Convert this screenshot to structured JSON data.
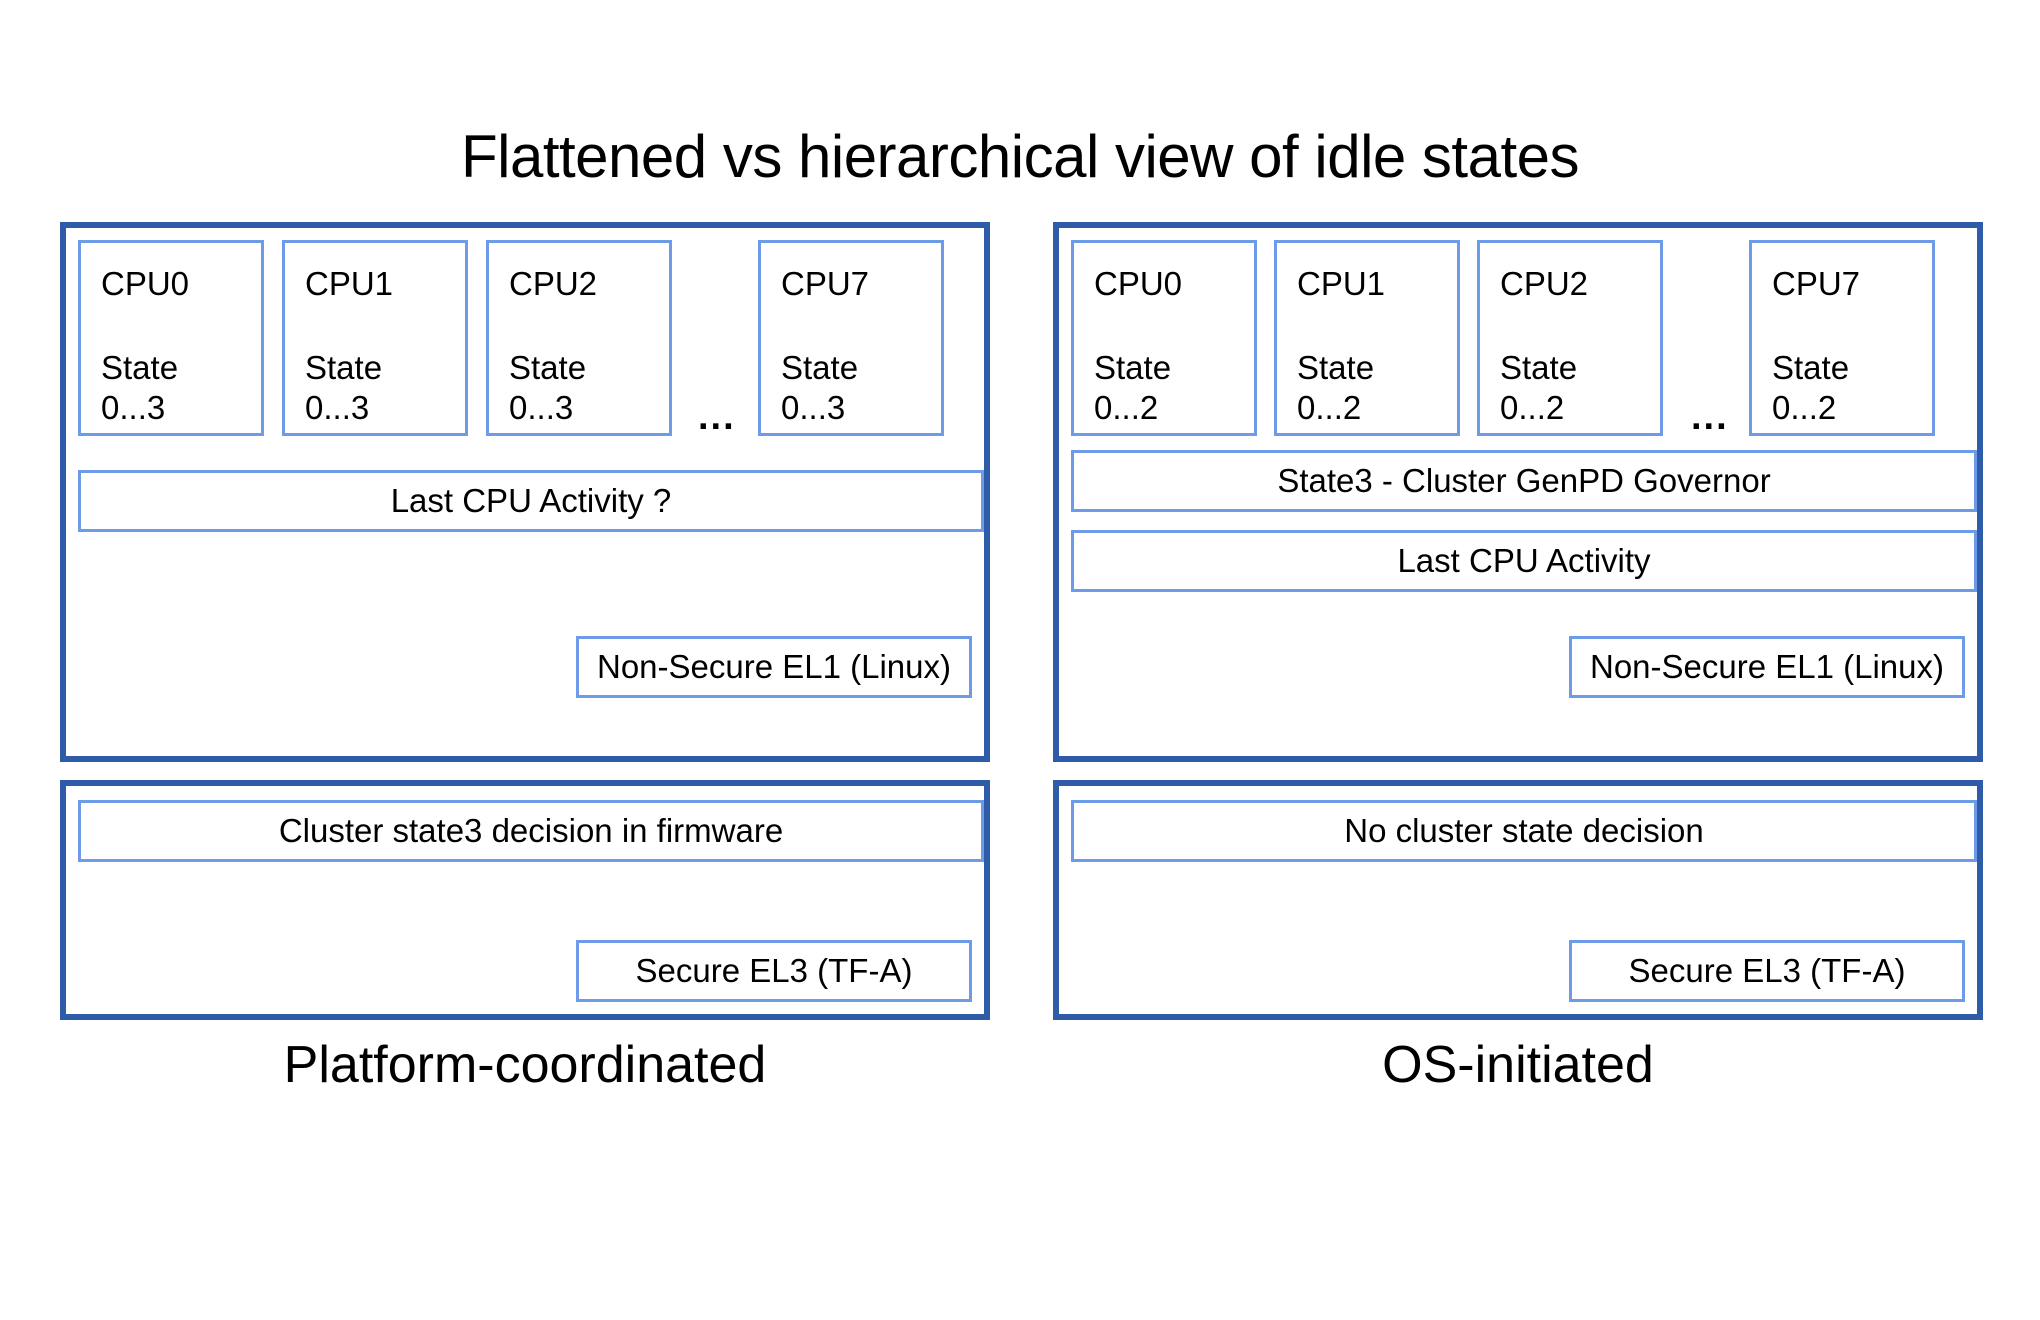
{
  "title": "Flattened vs hierarchical view of idle states",
  "panels": {
    "left": {
      "caption": "Platform-coordinated",
      "os": {
        "cpus": [
          {
            "name": "CPU0",
            "state_label": "State",
            "state_range": "0...3"
          },
          {
            "name": "CPU1",
            "state_label": "State",
            "state_range": "0...3"
          },
          {
            "name": "CPU2",
            "state_label": "State",
            "state_range": "0...3"
          },
          {
            "name": "CPU7",
            "state_label": "State",
            "state_range": "0...3"
          }
        ],
        "ellipsis": "...",
        "last_cpu_activity": "Last CPU Activity ?",
        "exception_level": "Non-Secure EL1 (Linux)"
      },
      "firmware": {
        "decision": "Cluster state3 decision in firmware",
        "exception_level": "Secure EL3 (TF-A)"
      }
    },
    "right": {
      "caption": "OS-initiated",
      "os": {
        "cpus": [
          {
            "name": "CPU0",
            "state_label": "State",
            "state_range": "0...2"
          },
          {
            "name": "CPU1",
            "state_label": "State",
            "state_range": "0...2"
          },
          {
            "name": "CPU2",
            "state_label": "State",
            "state_range": "0...2"
          },
          {
            "name": "CPU7",
            "state_label": "State",
            "state_range": "0...2"
          }
        ],
        "ellipsis": "...",
        "cluster_governor": "State3 - Cluster GenPD Governor",
        "last_cpu_activity": "Last CPU Activity",
        "exception_level": "Non-Secure EL1 (Linux)"
      },
      "firmware": {
        "decision": "No cluster state decision",
        "exception_level": "Secure EL3 (TF-A)"
      }
    }
  },
  "colors": {
    "panel_border": "#2E5CA8",
    "box_border": "#6E9BE8",
    "background": "#FFFFFF",
    "text": "#000000"
  }
}
